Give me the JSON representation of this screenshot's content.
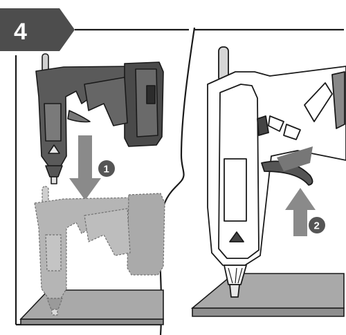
{
  "step": {
    "number": "4"
  },
  "callouts": [
    {
      "number": "1"
    },
    {
      "number": "2"
    }
  ],
  "colors": {
    "badge": "#4d4d4d",
    "tool_dark": "#5a5a5a",
    "tool_mid": "#7a7a7a",
    "ghost": "#b5b5b5",
    "arrow": "#8a8a8a",
    "shelf": "#a9a9a9",
    "frame": "#1a1a1a"
  },
  "icons": [
    "down-arrow-icon",
    "up-arrow-icon",
    "warning-triangle-icon"
  ]
}
